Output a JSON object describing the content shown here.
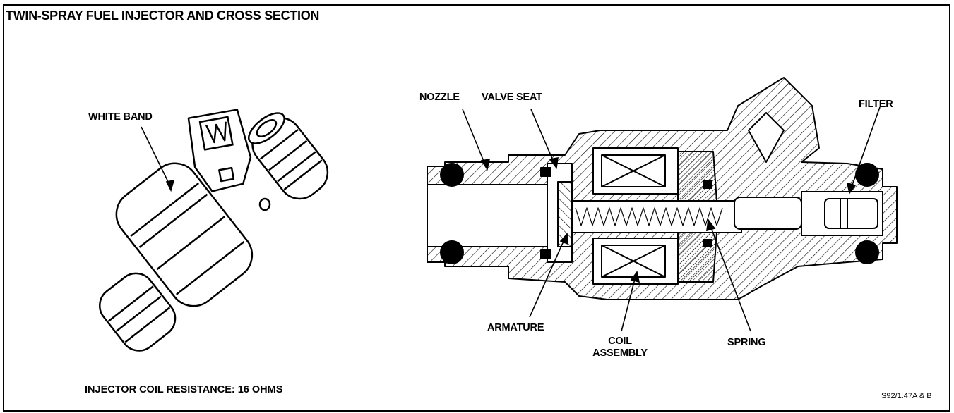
{
  "title": "TWIN-SPRAY FUEL INJECTOR AND CROSS SECTION",
  "labels": {
    "white_band": "WHITE BAND",
    "nozzle": "NOZZLE",
    "valve_seat": "VALVE SEAT",
    "filter": "FILTER",
    "armature": "ARMATURE",
    "coil_line1": "COIL",
    "coil_line2": "ASSEMBLY",
    "spring": "SPRING"
  },
  "resistance_note": "INJECTOR COIL RESISTANCE: 16 OHMS",
  "figure_ref": "S92/1.47A & B"
}
